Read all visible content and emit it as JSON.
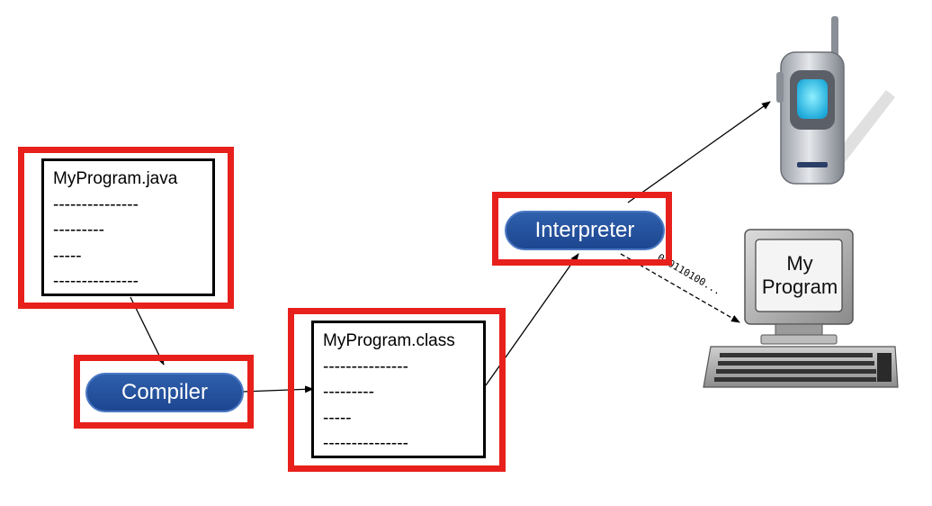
{
  "source_file": {
    "lines": [
      "MyProgram.java",
      "---------------",
      "---------",
      "-----",
      "---------------"
    ]
  },
  "compiler": {
    "label": "Compiler"
  },
  "class_file": {
    "lines": [
      "MyProgram.class",
      "---------------",
      "---------",
      "-----",
      "---------------"
    ]
  },
  "interpreter": {
    "label": "Interpreter"
  },
  "computer": {
    "screen_line1": "My",
    "screen_line2": "Program",
    "bitstream": "010110100..."
  },
  "colors": {
    "highlight": "#e8201c",
    "pill": "#1d4690",
    "phone_screen": "#29c8f0"
  }
}
